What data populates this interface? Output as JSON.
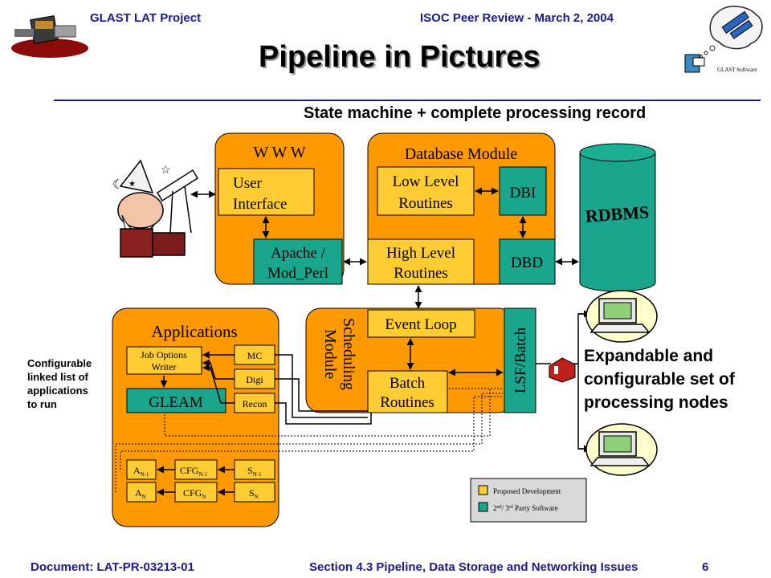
{
  "header": {
    "left": "GLAST LAT Project",
    "right": "ISOC Peer Review -  March 2, 2004",
    "title": "Pipeline in Pictures",
    "subtitle": "State machine + complete processing record"
  },
  "footer": {
    "document": "Document:  LAT-PR-03213-01",
    "section": "Section 4.3  Pipeline, Data Storage and Networking Issues",
    "page": "6"
  },
  "logo": {
    "software_label": "GLAST Software"
  },
  "diagram": {
    "www": {
      "title": "W W W",
      "user_interface": [
        "User",
        "Interface"
      ],
      "apache": [
        "Apache /",
        "Mod_Perl"
      ]
    },
    "database": {
      "title": "Database Module",
      "low_level": [
        "Low Level",
        "Routines"
      ],
      "high_level": [
        "High Level",
        "Routines"
      ],
      "dbi": "DBI",
      "dbd": "DBD"
    },
    "rdbms": "RDBMS",
    "scheduling": {
      "title": [
        "Scheduling",
        "Module"
      ],
      "event_loop": "Event Loop",
      "batch": [
        "Batch",
        "Routines"
      ],
      "lsf": "LSF/Batch"
    },
    "applications": {
      "title": "Applications",
      "job_options": [
        "Job Options",
        "Writer"
      ],
      "gleam": "GLEAM",
      "mc": "MC",
      "digi": "Digi",
      "recon": "Recon",
      "a_n1": "A",
      "a_n1_sub": "N-1",
      "cfg_n1": "CFG",
      "cfg_n1_sub": "N-1",
      "s_n1": "S",
      "s_n1_sub": "N-1",
      "a_n": "A",
      "a_n_sub": "N",
      "cfg_n": "CFG",
      "cfg_n_sub": "N",
      "s_n": "S",
      "s_n_sub": "N"
    },
    "legend": {
      "proposed": "Proposed Development",
      "third_party_pre": "2",
      "third_party_sup1": "nd",
      "third_party_mid": "/ 3",
      "third_party_sup2": "rd",
      "third_party_post": " Party Software",
      "colors": {
        "proposed": "#ffcc33",
        "third_party": "#19a68c"
      }
    }
  },
  "notes": {
    "left": [
      "Configurable",
      "linked list of",
      "applications",
      "to run"
    ],
    "right": [
      "Expandable and",
      "configurable set of",
      "processing nodes"
    ]
  },
  "colors": {
    "module_orange": "#ff9900",
    "box_yellow": "#ffcc33",
    "box_teal": "#19a68c",
    "header_blue": "#1a1a8c"
  }
}
